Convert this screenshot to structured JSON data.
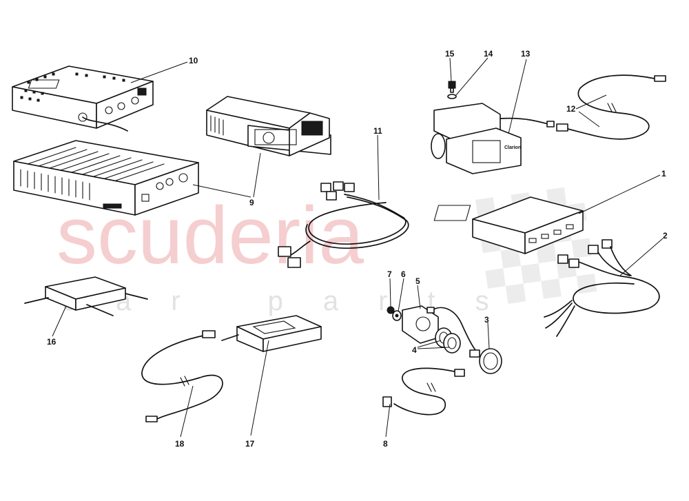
{
  "watermark": {
    "main_text": "scuderia",
    "sub_text": "car parts",
    "color": "#f4c6c8"
  },
  "brand_label": "Clarion",
  "callouts": [
    "1",
    "2",
    "3",
    "4",
    "5",
    "6",
    "7",
    "8",
    "9",
    "10",
    "11",
    "12",
    "13",
    "14",
    "15",
    "16",
    "17",
    "18"
  ],
  "parts": [
    {
      "id": "1",
      "name": "control-unit"
    },
    {
      "id": "2",
      "name": "wiring-harness"
    },
    {
      "id": "3",
      "name": "push-button"
    },
    {
      "id": "4",
      "name": "bezel-rings"
    },
    {
      "id": "5",
      "name": "mounting-bracket"
    },
    {
      "id": "6",
      "name": "washer"
    },
    {
      "id": "7",
      "name": "nut"
    },
    {
      "id": "8",
      "name": "connector-cable"
    },
    {
      "id": "9",
      "name": "radio-and-amplifier"
    },
    {
      "id": "10",
      "name": "cd-changer"
    },
    {
      "id": "11",
      "name": "cable-harness"
    },
    {
      "id": "12",
      "name": "extension-cable"
    },
    {
      "id": "13",
      "name": "camera-unit"
    },
    {
      "id": "14",
      "name": "washer"
    },
    {
      "id": "15",
      "name": "screw"
    },
    {
      "id": "16",
      "name": "splitter-box"
    },
    {
      "id": "17",
      "name": "antenna-module"
    },
    {
      "id": "18",
      "name": "antenna-cable"
    }
  ]
}
